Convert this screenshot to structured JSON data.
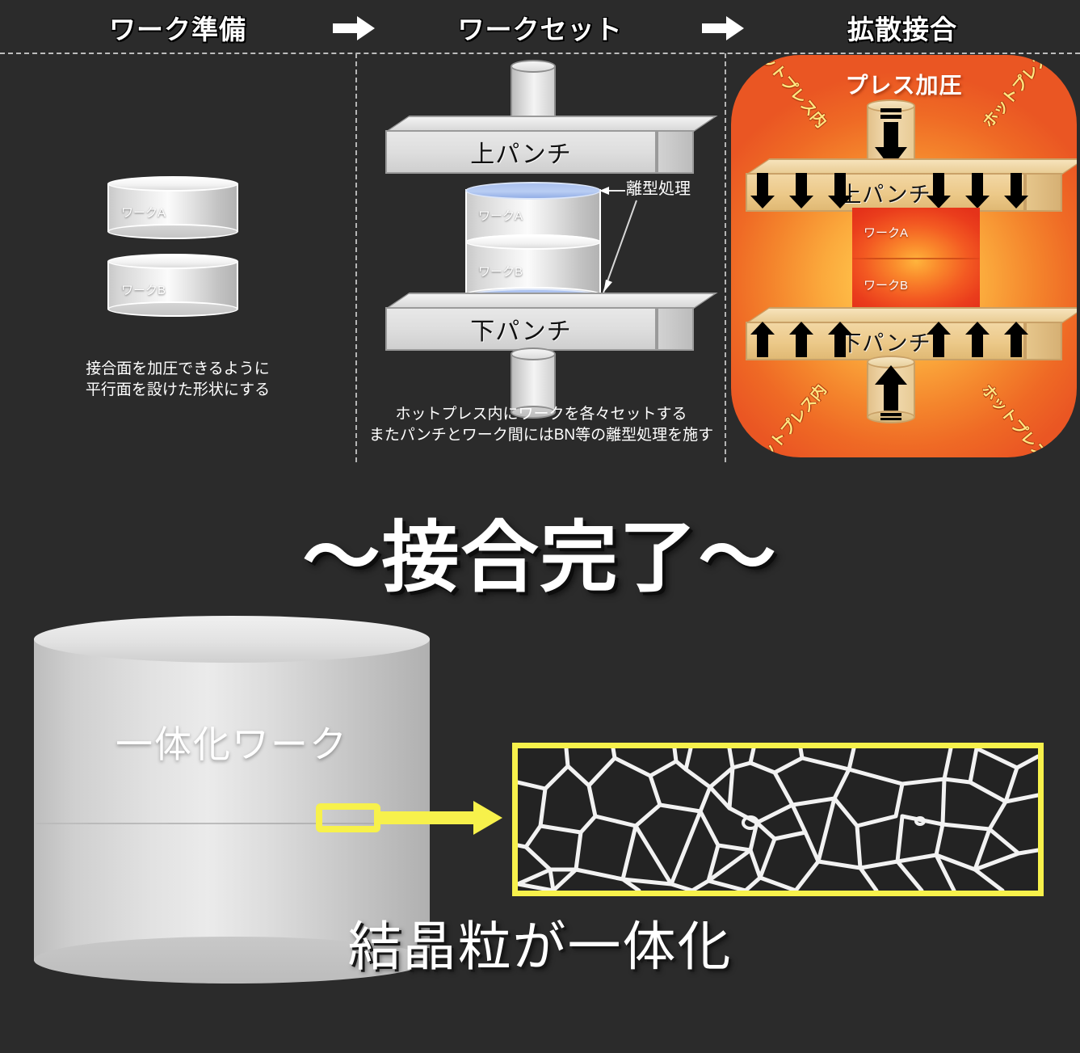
{
  "page": {
    "background_color": "#2b2b2b",
    "accent_yellow": "#f7f14b",
    "hot_color": "#ef6a25"
  },
  "header": {
    "steps": [
      {
        "label": "ワーク準備"
      },
      {
        "label": "ワークセット"
      },
      {
        "label": "拡散接合"
      }
    ],
    "arrows": [
      {
        "name": "step-arrow-1"
      },
      {
        "name": "step-arrow-2"
      }
    ]
  },
  "panel1": {
    "workpieces": [
      {
        "label": "ワークA"
      },
      {
        "label": "ワークB"
      }
    ],
    "caption": "接合面を加圧できるように\n平行面を設けた形状にする"
  },
  "panel2": {
    "upper_punch_label": "上パンチ",
    "lower_punch_label": "下パンチ",
    "workpieces": [
      {
        "label": "ワークA"
      },
      {
        "label": "ワークB"
      }
    ],
    "annotation": "離型処理",
    "caption": "ホットプレス内にワークを各々セットする\nまたパンチとワーク間にはBN等の離型処理を施す"
  },
  "panel3": {
    "title": "プレス加圧",
    "corner_labels": [
      "ホットプレス内",
      "ホットプレス内",
      "ホットプレス内",
      "ホットプレス内"
    ],
    "upper_punch_label": "上パンチ",
    "lower_punch_label": "下パンチ",
    "workpieces": [
      {
        "label": "ワークA"
      },
      {
        "label": "ワークB"
      }
    ],
    "down_arrow_count": 6,
    "up_arrow_count": 6
  },
  "result": {
    "title": "〜接合完了〜",
    "cylinder_label": "一体化ワーク",
    "grain_caption": "結晶粒が一体化"
  }
}
